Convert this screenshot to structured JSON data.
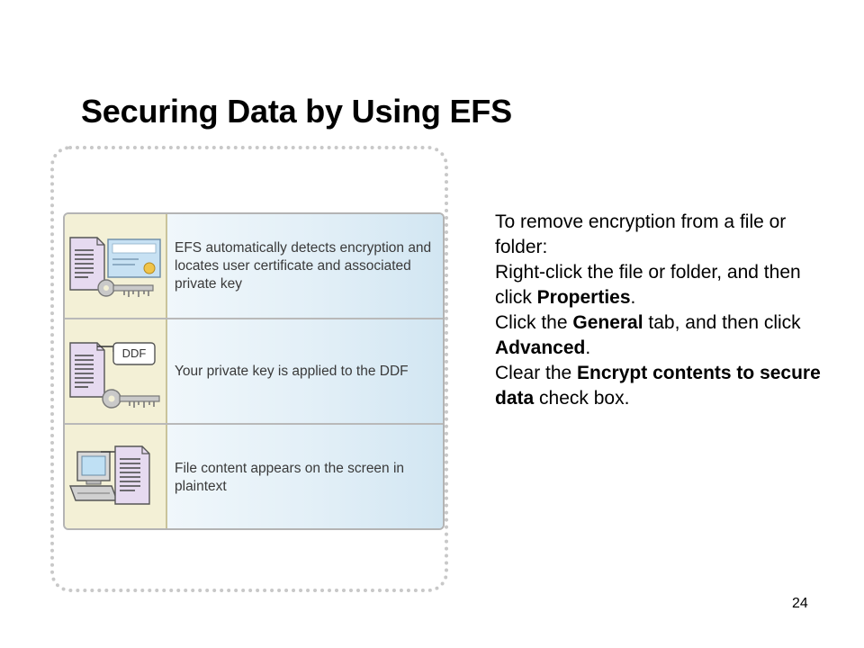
{
  "slide": {
    "title": "Securing Data by Using EFS",
    "page_number": "24"
  },
  "diagram": {
    "steps": [
      {
        "icon": "document-certificate-key-icon",
        "text": "EFS automatically detects encryption and locates user certificate and associated private key"
      },
      {
        "icon": "document-ddf-key-icon",
        "ddf_label": "DDF",
        "text": "Your private key is applied to the DDF"
      },
      {
        "icon": "computer-document-icon",
        "text": "File content appears on the screen in plaintext"
      }
    ]
  },
  "instructions": {
    "intro": "To remove encryption from a file or folder:",
    "step1_pre": "Right-click the file or folder, and then click ",
    "step1_bold": "Properties",
    "step1_post": ".",
    "step2_pre": "Click the ",
    "step2_bold1": "General",
    "step2_mid": " tab, and then click ",
    "step2_bold2": "Advanced",
    "step2_post": ".",
    "step3_pre": "Clear the ",
    "step3_bold": "Encrypt contents to secure data",
    "step3_post": " check box."
  }
}
